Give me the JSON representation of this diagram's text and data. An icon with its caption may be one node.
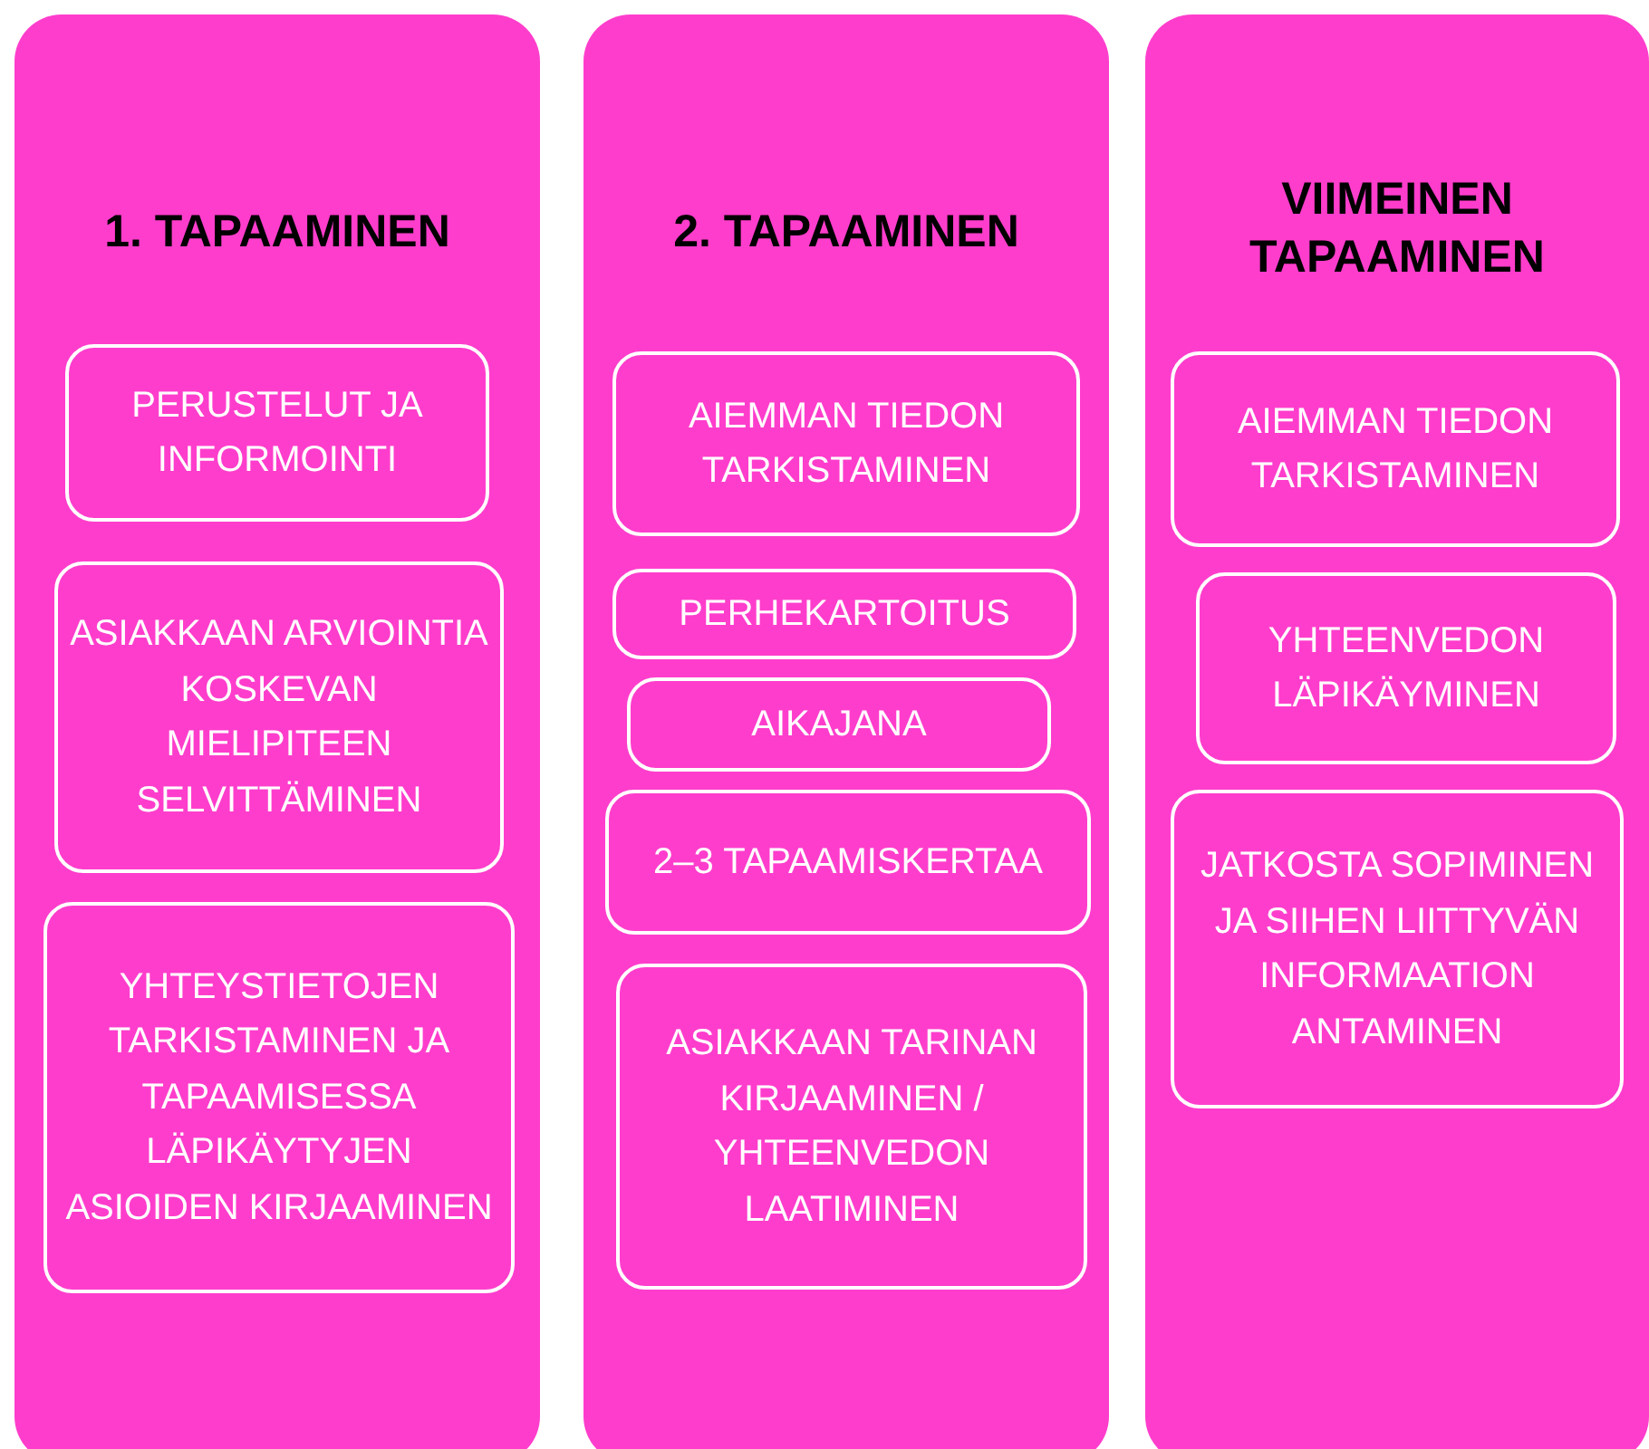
{
  "diagram": {
    "nodes": [
      {
        "text": [
          "1. TAPAAMINEN"
        ]
      },
      {
        "text": [
          "PERUSTELUT JA INFORMOINTI"
        ],
        "in": 0
      },
      {
        "text": [
          "ASIAKKAAN ARVIOINTIA KOSKEVAN MIELIPITEEN SELVITTÄMINEN"
        ],
        "in": 0
      },
      {
        "text": [
          "YHTEYSTIETOJEN TARKISTAMINEN JA TAPAAMISESSA LÄPIKÄYTYJEN ASIOIDEN KIRJAAMINEN"
        ],
        "in": 0
      },
      {
        "text": [
          "2. TAPAAMINEN"
        ]
      },
      {
        "text": [
          "AIEMMAN TIEDON TARKISTAMINEN"
        ],
        "in": 4
      },
      {
        "text": [
          "PERHEKARTOITUS"
        ],
        "in": 4
      },
      {
        "text": [
          "AIKAJANA"
        ],
        "in": 4
      },
      {
        "text": [
          "2–3 TAPAAMISKERTAA"
        ],
        "in": 4
      },
      {
        "text": [
          "ASIAKKAAN TARINAN KIRJAAMINEN / YHTEENVEDON LAATIMINEN"
        ],
        "in": 4
      },
      {
        "text": [
          "VIIMEINEN TAPAAMINEN"
        ]
      },
      {
        "text": [
          "AIEMMAN TIEDON TARKISTAMINEN"
        ],
        "in": 10
      },
      {
        "text": [
          "YHTEENVEDON LÄPIKÄYMINEN"
        ],
        "in": 10
      },
      {
        "text": [
          "JATKOSTA SOPIMINEN JA SIIHEN LIITTYVÄN INFORMAATION ANTAMINEN"
        ],
        "in": 10
      }
    ],
    "edges": []
  }
}
